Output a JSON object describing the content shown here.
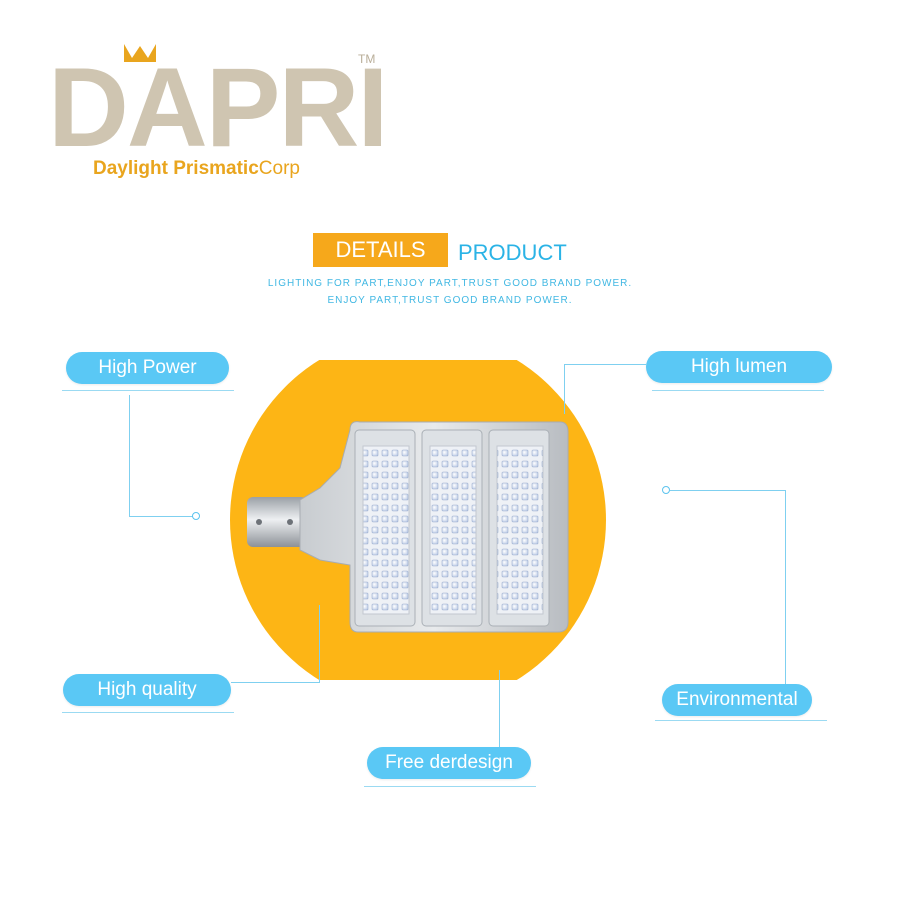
{
  "brand": {
    "name": "DAPRI",
    "trademark": "TM",
    "tagline_bold": "Daylight Prismatic",
    "tagline_light": "Corp",
    "brand_color": "#cfc5b1",
    "accent_color": "#e9a51e"
  },
  "heading": {
    "boxed_word": "DETAILS",
    "word": "PRODUCT",
    "line1": "LIGHTING FOR PART,ENJOY PART,TRUST GOOD BRAND POWER.",
    "line2": "ENJOY PART,TRUST GOOD BRAND POWER."
  },
  "features": {
    "high_power": "High Power",
    "high_lumen": "High lumen",
    "high_quality": "High quality",
    "environmental": "Environmental",
    "free_design": "Free derdesign"
  },
  "colors": {
    "label_fill": "#5ac8f5",
    "circle_fill": "#fdb515",
    "heading_box": "#f6a81b",
    "heading_text": "#2ab3e6"
  },
  "icons": [
    "crown-icon"
  ]
}
